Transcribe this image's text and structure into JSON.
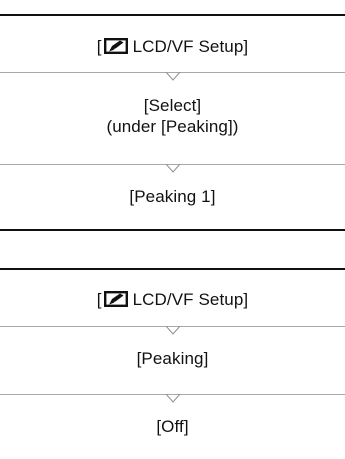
{
  "procedure_1": {
    "step_1": {
      "bracket_open": "[",
      "icon": "lcd-vf-setup-icon",
      "menu": "LCD/VF Setup]"
    },
    "step_2": {
      "line_1": "[Select]",
      "line_2": "(under [Peaking])"
    },
    "step_3": {
      "label": "[Peaking 1]"
    }
  },
  "procedure_2": {
    "step_1": {
      "bracket_open": "[",
      "icon": "lcd-vf-setup-icon",
      "menu": "LCD/VF Setup]"
    },
    "step_2": {
      "label": "[Peaking]"
    },
    "step_3": {
      "label": "[Off]"
    }
  },
  "colors": {
    "text": "#111111",
    "rule_thick": "#111111",
    "rule_thin": "#a8a8a8"
  }
}
